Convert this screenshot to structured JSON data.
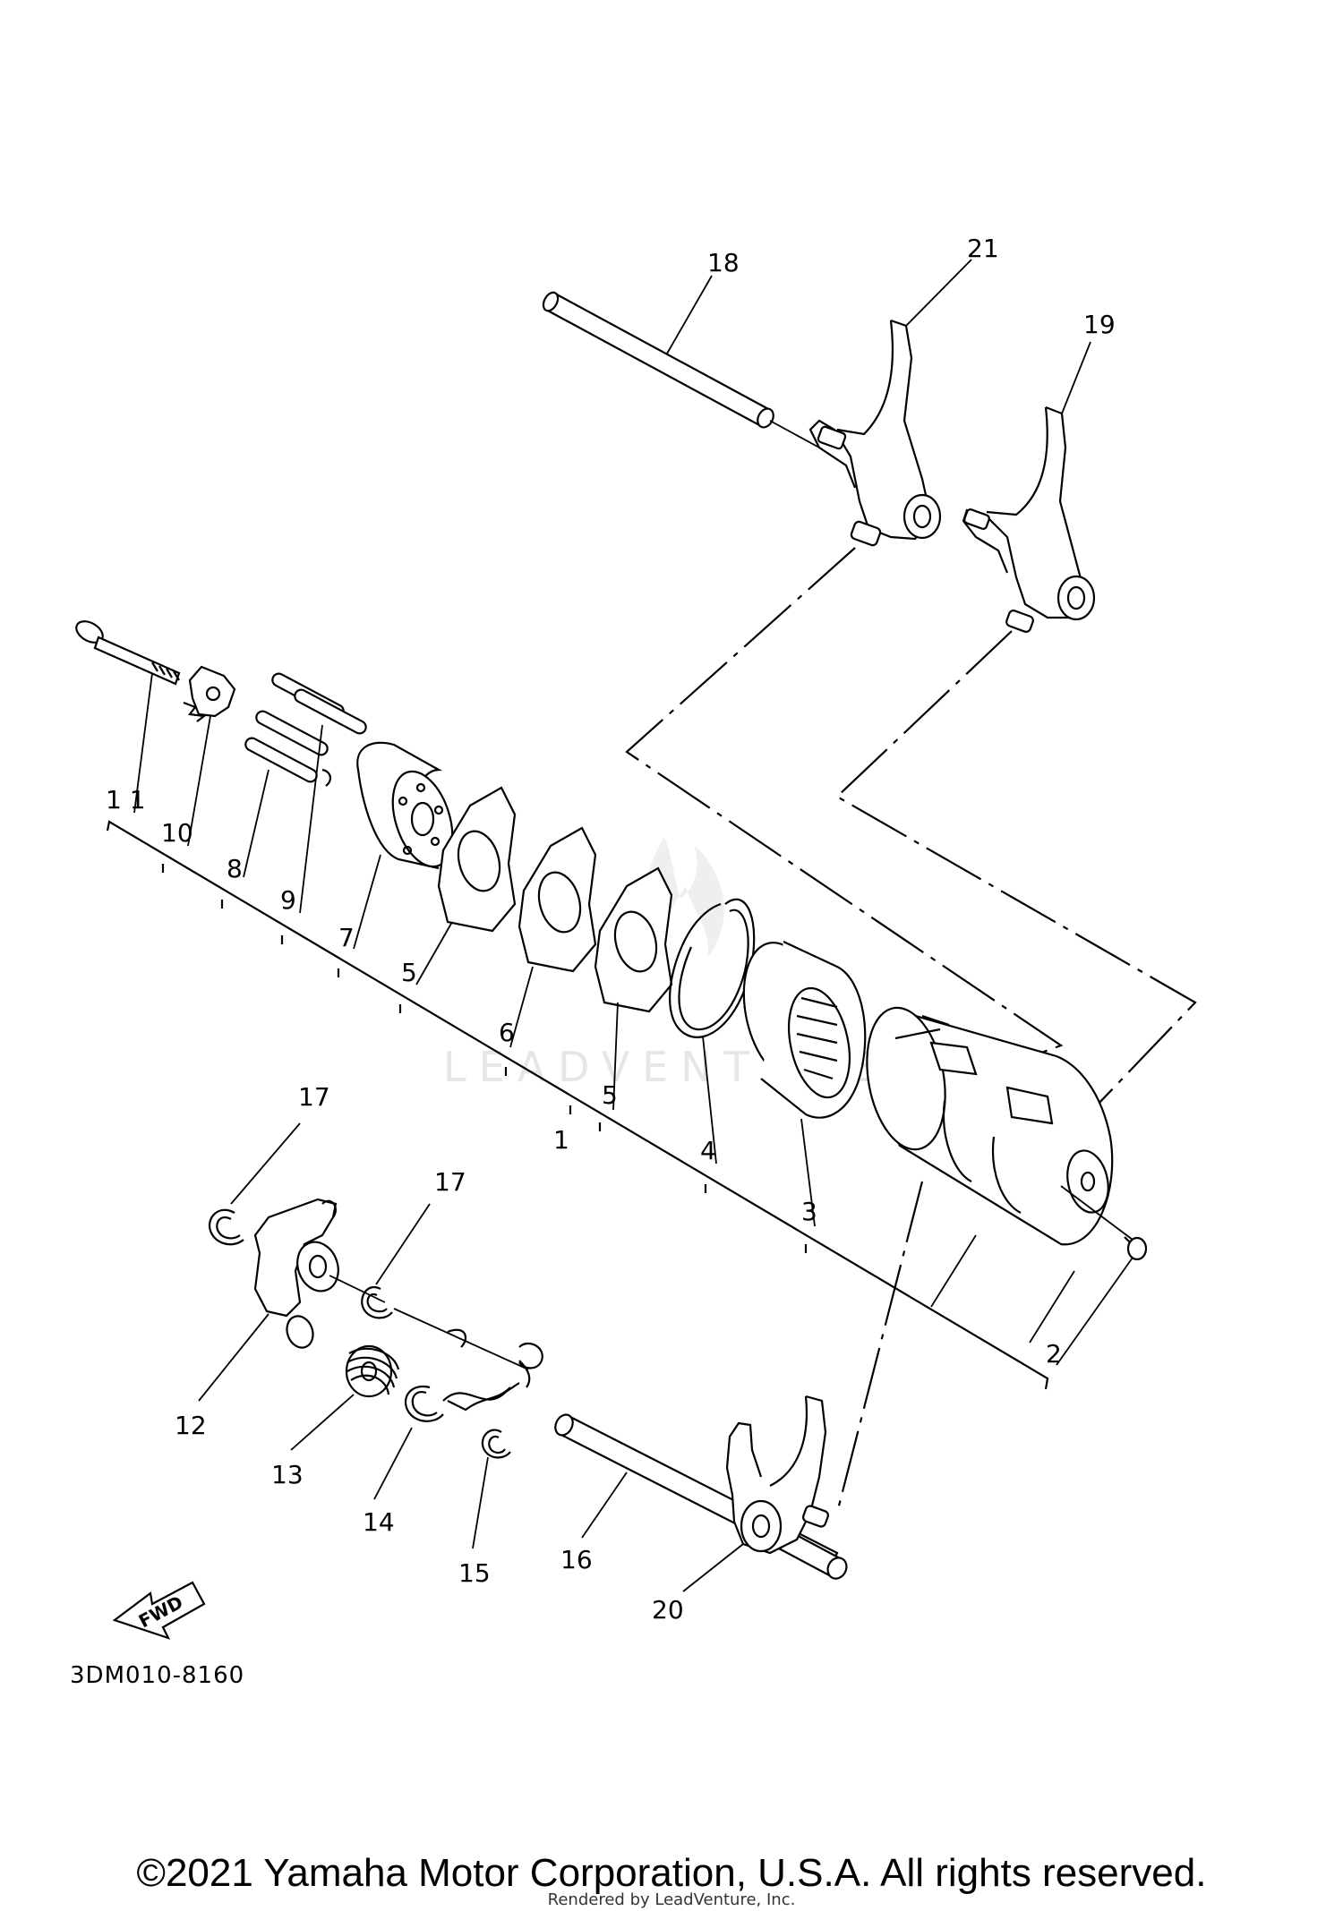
{
  "diagram_code": "3DM010-8160",
  "fwd_label": "FWD",
  "watermark": "LEADVENTURE",
  "copyright": "©2021 Yamaha Motor Corporation, U.S.A. All rights reserved.",
  "rendered_by": "Rendered by LeadVenture, Inc.",
  "callouts": [
    {
      "id": "18",
      "label": "18"
    },
    {
      "id": "21",
      "label": "21"
    },
    {
      "id": "19",
      "label": "19"
    },
    {
      "id": "11",
      "label": "1 1"
    },
    {
      "id": "10",
      "label": "10"
    },
    {
      "id": "8",
      "label": "8"
    },
    {
      "id": "9",
      "label": "9"
    },
    {
      "id": "7",
      "label": "7"
    },
    {
      "id": "5a",
      "label": "5"
    },
    {
      "id": "6",
      "label": "6"
    },
    {
      "id": "5b",
      "label": "5"
    },
    {
      "id": "1",
      "label": "1"
    },
    {
      "id": "4",
      "label": "4"
    },
    {
      "id": "3",
      "label": "3"
    },
    {
      "id": "2",
      "label": "2"
    },
    {
      "id": "17a",
      "label": "17"
    },
    {
      "id": "17b",
      "label": "17"
    },
    {
      "id": "12",
      "label": "12"
    },
    {
      "id": "13",
      "label": "13"
    },
    {
      "id": "14",
      "label": "14"
    },
    {
      "id": "15",
      "label": "15"
    },
    {
      "id": "16",
      "label": "16"
    },
    {
      "id": "20",
      "label": "20"
    }
  ]
}
